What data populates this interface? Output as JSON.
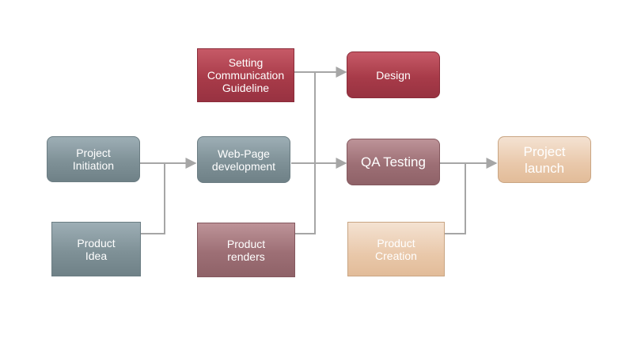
{
  "nodes": {
    "setting_guideline": "Setting\nCommunication\nGuideline",
    "design": "Design",
    "project_initiation": "Project\nInitiation",
    "web_page_development": "Web-Page\ndevelopment",
    "qa_testing": "QA Testing",
    "project_launch": "Project\nlaunch",
    "product_idea": "Product\nIdea",
    "product_renders": "Product\nrenders",
    "product_creation": "Product\nCreation"
  },
  "colors": {
    "connector": "#a6a6a6",
    "gray": "#7f9197",
    "red": "#a83b49",
    "mauve": "#9d6f75",
    "peach": "#e9c8aa"
  }
}
